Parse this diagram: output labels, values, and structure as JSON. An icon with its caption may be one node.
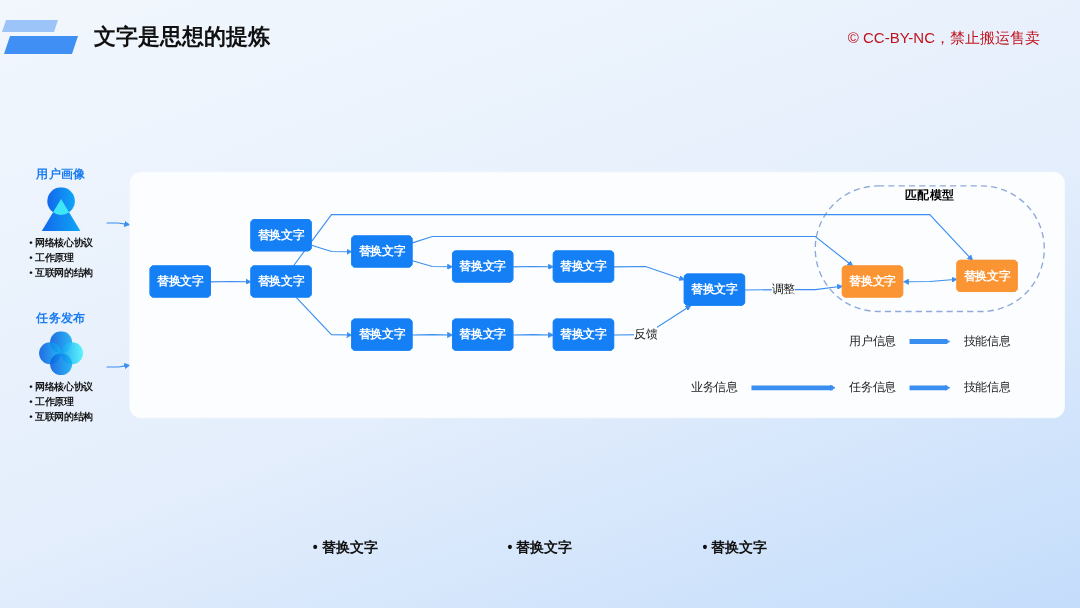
{
  "diagram": {
    "title": "文字是思想的提炼",
    "nodes": [
      {
        "text": [
          "用户画像"
        ],
        "beside": [
          "• 网络核心协议",
          "• 工作原理",
          "• 互联网的结构"
        ]
      },
      {
        "text": [],
        "shape": "box"
      },
      {
        "text": [
          "替换文字"
        ],
        "in": 1
      },
      {
        "text": [
          "替换文字"
        ],
        "in": 1
      },
      {
        "text": [
          "替换文字"
        ],
        "in": 1
      },
      {
        "text": [
          "替换文字"
        ],
        "in": 1
      },
      {
        "text": [
          "替换文字"
        ],
        "in": 1
      },
      {
        "text": [
          "用户信息"
        ],
        "in": 1
      },
      {
        "text": [
          "技能信息"
        ],
        "in": 1
      },
      {
        "text": [
          "任务信息"
        ],
        "in": 1
      },
      {
        "text": [
          "业务信息"
        ],
        "in": 1
      },
      {
        "text": [
          "技能信息"
        ],
        "in": 1
      },
      {
        "text": [
          "匹配模型"
        ],
        "in": 1
      },
      {
        "text": [
          "替换文字"
        ],
        "in": 12
      },
      {
        "text": [
          "替换文字"
        ],
        "in": 12
      },
      {
        "text": [
          "替换文字"
        ],
        "in": 1
      },
      {
        "text": [
          "替换文字"
        ],
        "in": 1
      },
      {
        "text": [
          "替换文字"
        ],
        "in": 1
      },
      {
        "text": [
          "替换文字"
        ],
        "in": 1
      },
      {
        "text": [
          "替换文字"
        ],
        "in": 1
      },
      {
        "text": [
          "任务发布"
        ],
        "beside": [
          "• 网络核心协议",
          "• 工作原理",
          "• 互联网的结构"
        ]
      }
    ],
    "edges": [
      {
        "from": 0,
        "to": 1,
        "arrow": "to"
      },
      {
        "from": 2,
        "to": 3,
        "arrow": "to"
      },
      {
        "from": 3,
        "to": 4,
        "arrow": "to"
      },
      {
        "from": 4,
        "to": 5,
        "arrow": "to"
      },
      {
        "from": 5,
        "to": 6,
        "arrow": "to"
      },
      {
        "from": 7,
        "to": 8,
        "arrow": "to",
        "style": "thick"
      },
      {
        "from": 10,
        "to": 9,
        "arrow": "to",
        "style": "thick"
      },
      {
        "from": 9,
        "to": 11,
        "arrow": "to",
        "style": "thick"
      },
      {
        "from": 3,
        "to": 13,
        "arrow": "to"
      },
      {
        "from": 16,
        "to": 14,
        "arrow": "to"
      },
      {
        "from": 13,
        "to": 14,
        "arrow": "both"
      },
      {
        "from": 6,
        "to": 13,
        "arrow": "to",
        "label": "调整"
      },
      {
        "from": 19,
        "to": 6,
        "arrow": "to",
        "label": "反馈"
      },
      {
        "from": 15,
        "to": 16,
        "arrow": "to"
      },
      {
        "from": 16,
        "to": 17,
        "arrow": "to"
      },
      {
        "from": 17,
        "to": 18,
        "arrow": "to"
      },
      {
        "from": 18,
        "to": 19,
        "arrow": "to"
      },
      {
        "from": 20,
        "to": 1,
        "arrow": "to"
      }
    ],
    "labels": [
      "© CC-BY-NC，禁止搬运售卖",
      "• 替换文字",
      "• 替换文字",
      "• 替换文字"
    ]
  }
}
